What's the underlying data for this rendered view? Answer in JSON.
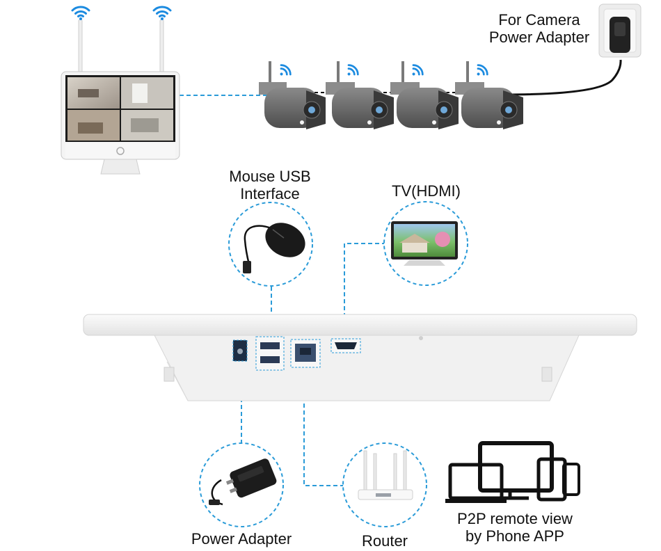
{
  "labels": {
    "camera_adapter_line1": "For Camera",
    "camera_adapter_line2": "Power Adapter",
    "mouse_line1": "Mouse USB",
    "mouse_line2": "Interface",
    "tv": "TV(HDMI)",
    "power_adapter": "Power Adapter",
    "router": "Router",
    "p2p_line1": "P2P remote view",
    "p2p_line2": "by Phone APP"
  },
  "icons": [
    "wifi-icon",
    "ip-camera-icon",
    "monitor-nvr-icon",
    "wall-plug-icon",
    "usb-mouse-icon",
    "tv-icon",
    "power-adapter-icon",
    "router-icon",
    "phone-app-devices-icon"
  ],
  "colors": {
    "connector": "#2a9bd8",
    "wifi": "#1c8be0",
    "device_shell": "#f2f2f2",
    "camera_body": "#6b6b6b"
  }
}
